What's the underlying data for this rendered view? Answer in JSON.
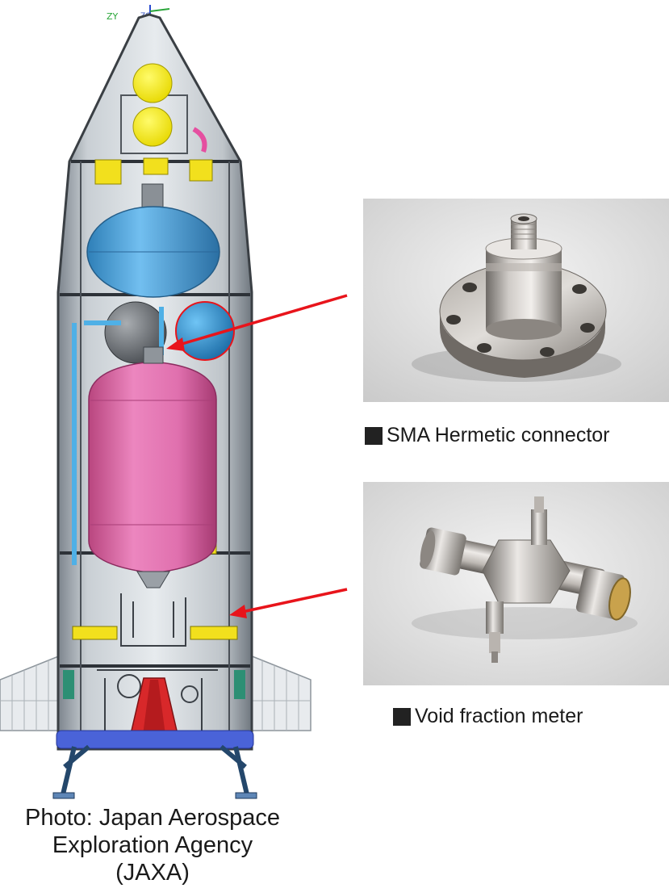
{
  "figure": {
    "rocket_axis_labels": {
      "y": "ZY",
      "x": "ZC"
    }
  },
  "captions": {
    "connector": "SMA Hermetic connector",
    "meter": "Void fraction meter"
  },
  "credit": {
    "lines": [
      "Photo: Japan Aerospace",
      "Exploration Agency",
      "(JAXA)"
    ]
  },
  "colors": {
    "arrow": "#e8141b",
    "fuel_tank": "#e87db8",
    "oxidizer_tank": "#4fa8dd",
    "helium_bottles": "#f7ef1e",
    "hull": "#c7ccd1"
  }
}
